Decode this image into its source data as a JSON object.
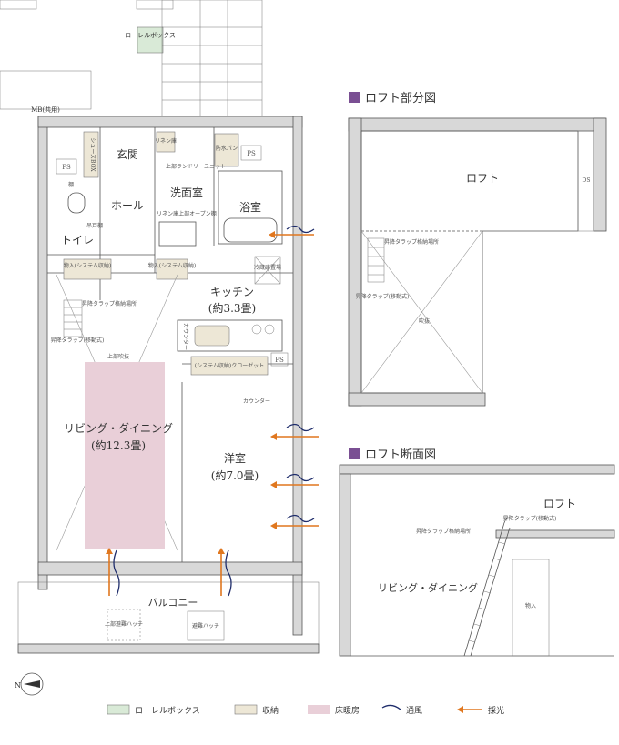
{
  "colors": {
    "laurel_box": "#d9ead7",
    "storage": "#ede7d6",
    "floor_heating": "#e9cfd8",
    "ventilation": "#1f2d6b",
    "daylight": "#e0771f",
    "section_marker": "#7a4f93"
  },
  "plan": {
    "laurel_box": "ローレルボックス",
    "mb": "MB(共用)",
    "ps": "PS",
    "entrance": "玄関",
    "shoes": "シューズBOX",
    "hall": "ホール",
    "toilet": "トイレ",
    "shelf": "棚",
    "hanging_shelf": "吊戸棚",
    "linen": "リネン庫",
    "bosui": "防水パン",
    "laundry_unit": "上部ランドリーユニット",
    "washroom": "洗面室",
    "linen_open": "リネン庫上部オープン棚",
    "bath": "浴室",
    "storage_system": "物入(システム収納)",
    "fridge": "冷蔵庫置場",
    "kitchen": "キッチン",
    "kitchen_size": "(約3.3畳)",
    "counter": "カウンター",
    "loft_ladder": "昇降タラップ格納場所",
    "ladder_movable": "昇降タラップ(移動式)",
    "open_above": "上部吹抜",
    "living": "リビング・ダイニング",
    "living_size": "(約12.3畳)",
    "closet": "(システム収納)クローゼット",
    "western": "洋室",
    "western_size": "(約7.0畳)",
    "balcony": "バルコニー",
    "hatch_upper": "上部避難ハッチ",
    "hatch": "避難ハッチ",
    "compass": "N"
  },
  "loft_plan": {
    "title": "ロフト部分図",
    "loft": "ロフト",
    "ds": "DS",
    "ladder_storage": "昇降タラップ格納場所",
    "ladder_movable": "昇降タラップ(移動式)",
    "fukinuke": "吹抜"
  },
  "loft_section": {
    "title": "ロフト断面図",
    "loft": "ロフト",
    "ladder_storage": "昇降タラップ格納場所",
    "ladder_movable": "昇降タラップ(移動式)",
    "living": "リビング・ダイニング",
    "storage": "物入"
  },
  "legend": {
    "laurel": "ローレルボックス",
    "storage": "収納",
    "heating": "床暖房",
    "ventilation": "通風",
    "daylight": "採光"
  }
}
